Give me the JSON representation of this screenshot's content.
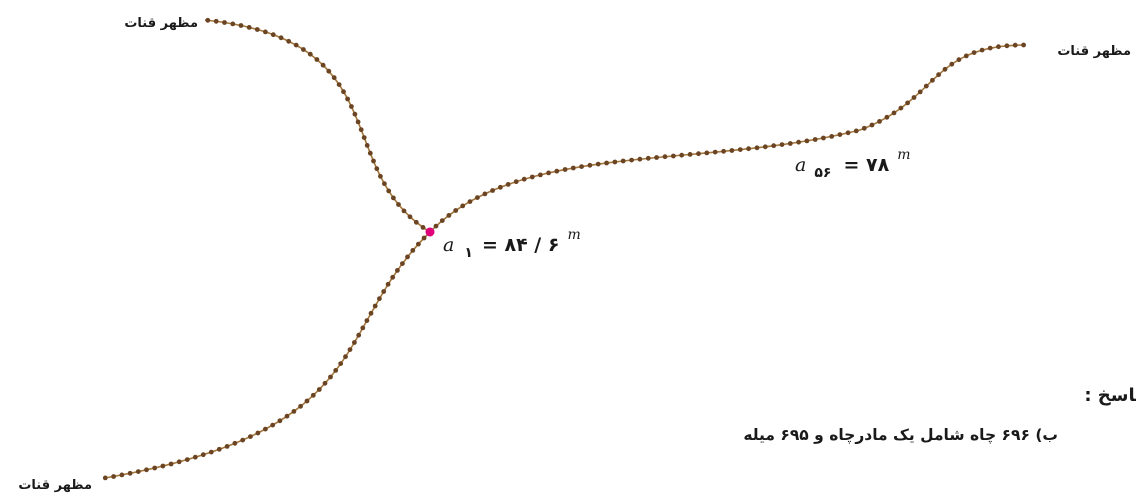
{
  "outlet_label": "مظهر قنات",
  "mother_well": {
    "subscript": "۱",
    "value": "= ۸۴ / ۶",
    "unit": "m",
    "color": "#e0007a"
  },
  "last_well": {
    "subscript": "۵۶",
    "value": "= ۷۸",
    "unit": "m"
  },
  "variable": "a",
  "well_color": "#6b4423",
  "channel_color": "#a5773a",
  "answer": {
    "heading": "پاسخ :",
    "text": "ب)  ۶۹۶ چاه شامل یک مادرچاه و ۶۹۵ میله"
  }
}
